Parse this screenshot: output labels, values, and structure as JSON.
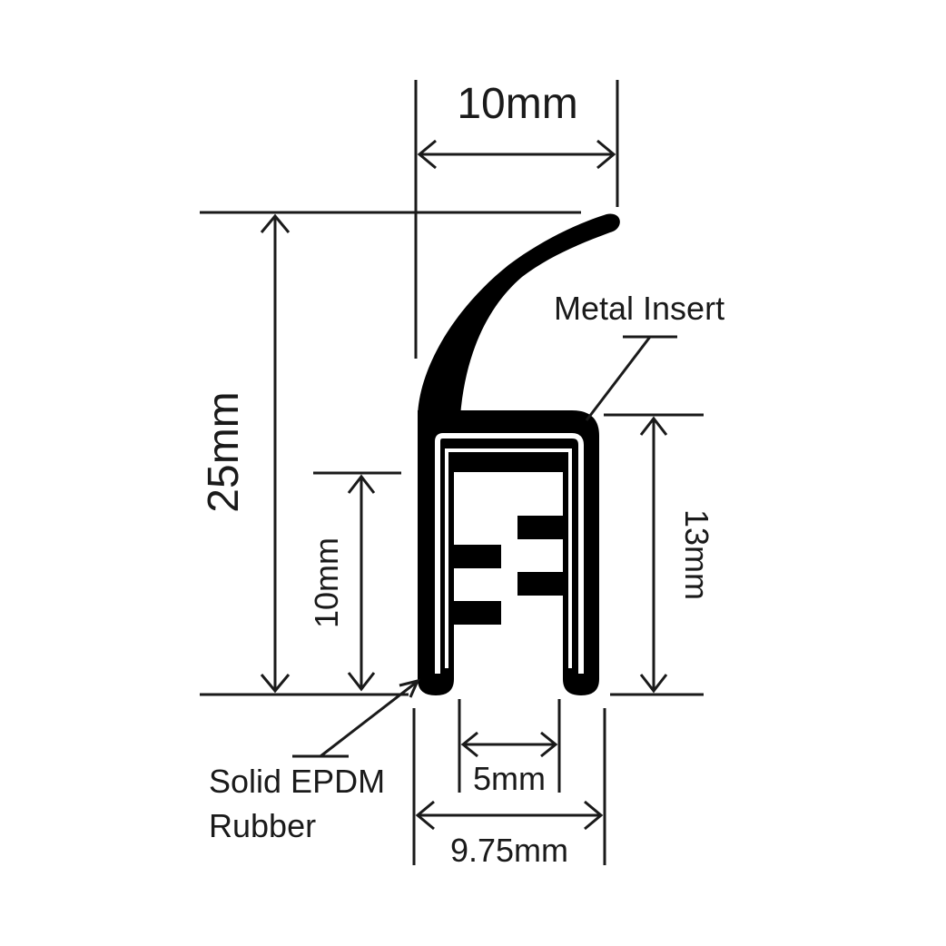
{
  "dimensions": {
    "top_width": "10mm",
    "total_height": "25mm",
    "inner_height": "10mm",
    "side_height": "13mm",
    "opening_width": "5mm",
    "base_width": "9.75mm"
  },
  "callouts": {
    "metal_insert": "Metal Insert",
    "rubber_line1": "Solid EPDM",
    "rubber_line2": "Rubber"
  },
  "colors": {
    "ink": "#1a1a1a",
    "profile": "#000000",
    "background": "#ffffff"
  }
}
